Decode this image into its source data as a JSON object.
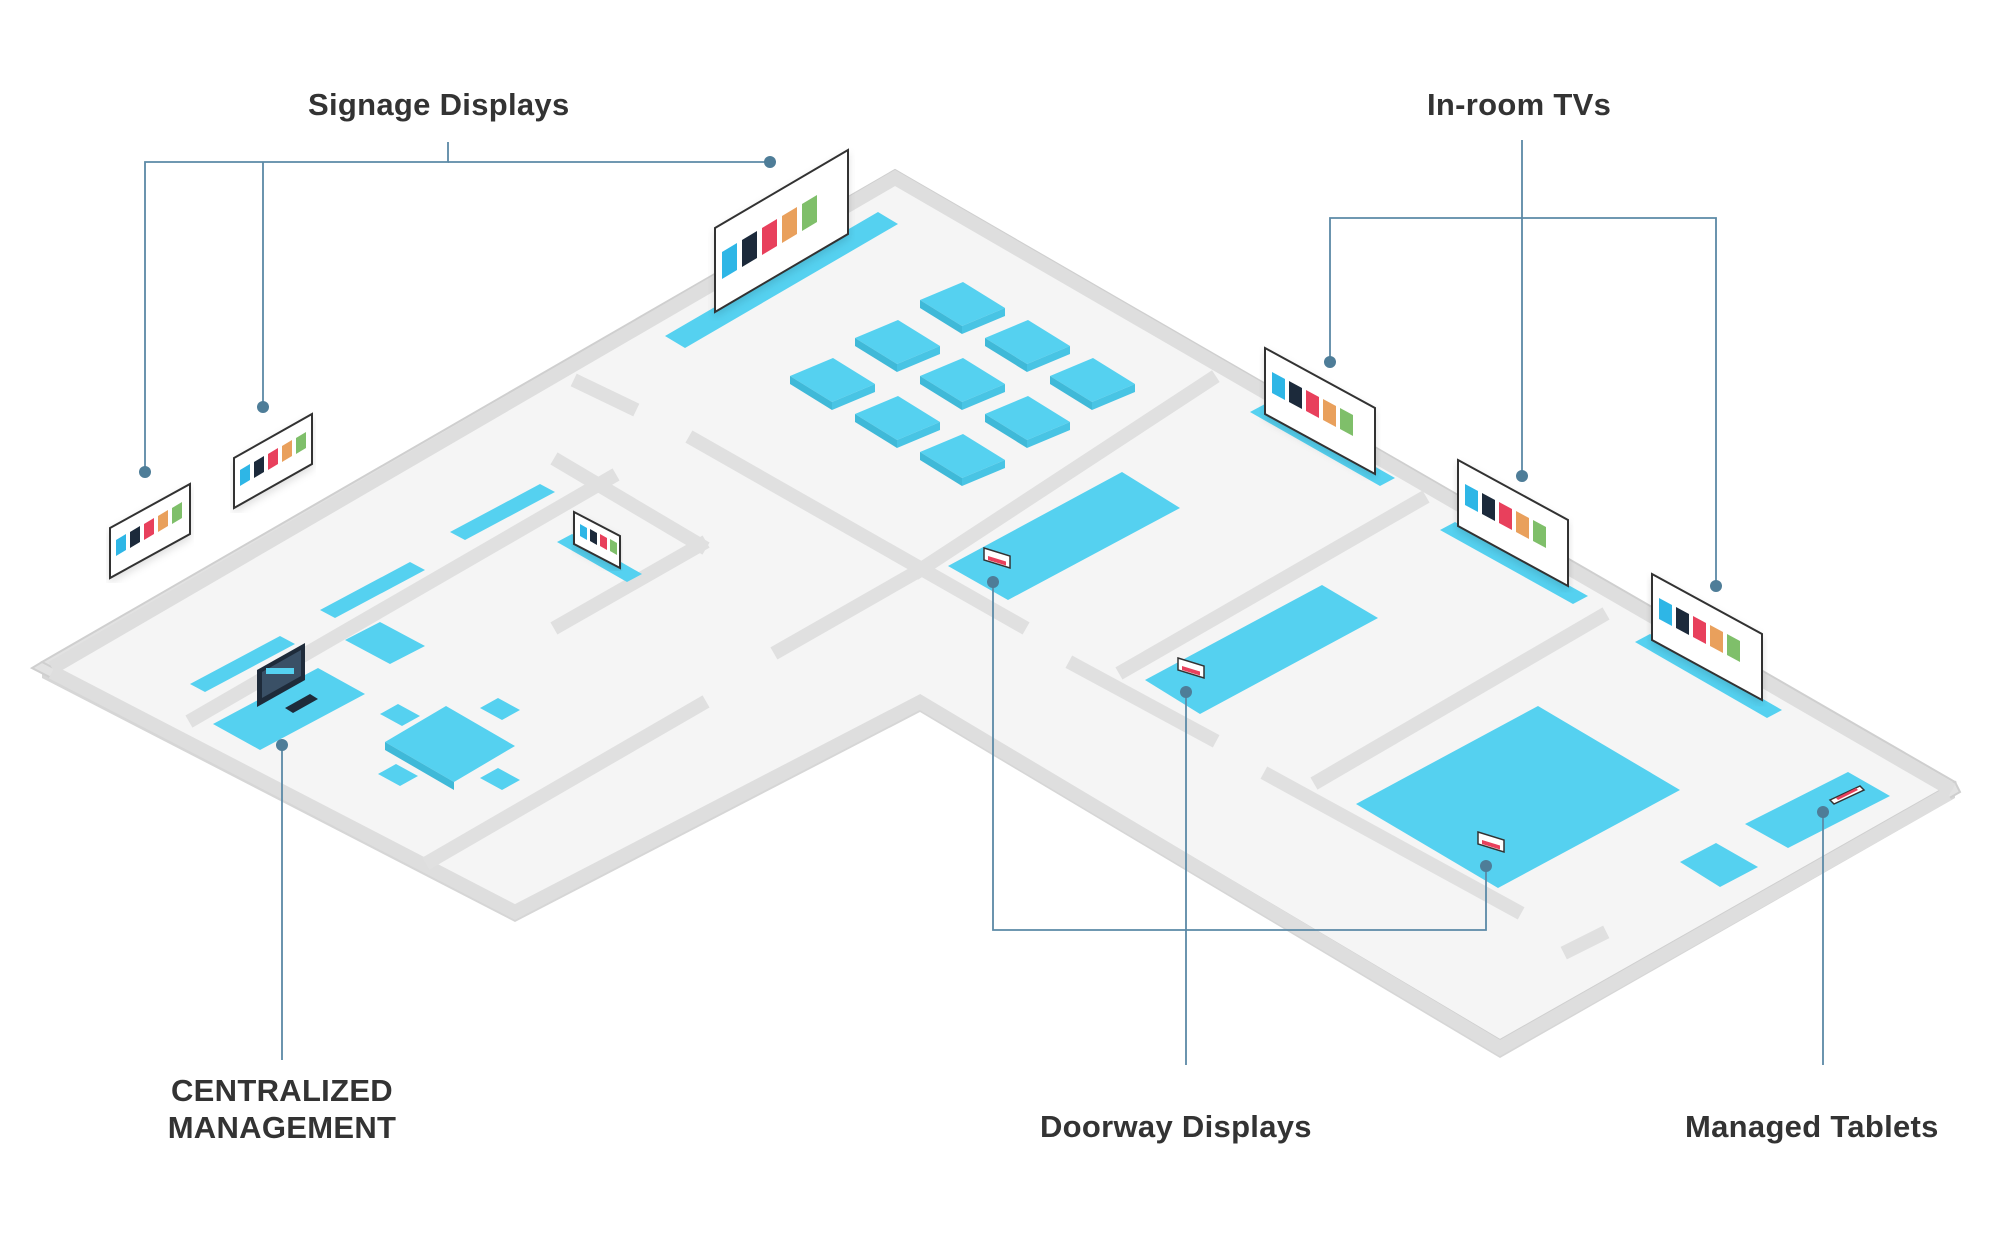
{
  "labels": {
    "signage_displays": "Signage Displays",
    "in_room_tvs": "In-room TVs",
    "centralized_management_line1": "CENTRALIZED",
    "centralized_management_line2": "MANAGEMENT",
    "doorway_displays": "Doorway Displays",
    "managed_tablets": "Managed Tablets"
  },
  "colors": {
    "floor": "#f5f5f5",
    "wall_top": "#e4e4e4",
    "wall_side": "#d0d0d0",
    "furniture": "#55d1f0",
    "furniture_side": "#3fb9d8",
    "leader": "#5b89a6",
    "dot": "#4e7d98",
    "label": "#333333",
    "screen_tiles": [
      "#2fb6e6",
      "#1e2b3a",
      "#e8405c",
      "#e9a05c",
      "#7fbf6a"
    ]
  }
}
